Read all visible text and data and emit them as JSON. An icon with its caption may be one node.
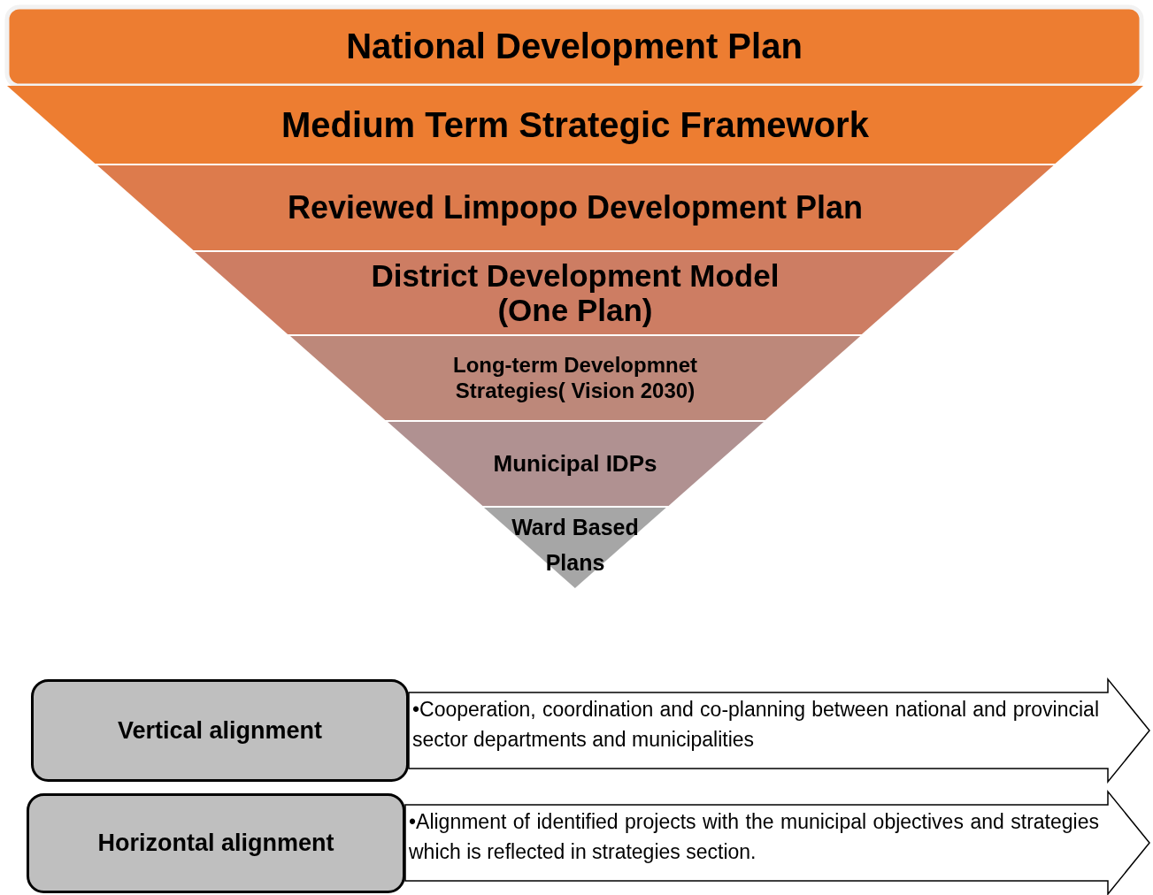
{
  "diagram": {
    "nodes": [
      {
        "text": [
          "National Development Plan"
        ]
      },
      {
        "text": [
          "Medium Term Strategic Framework"
        ]
      },
      {
        "text": [
          "Reviewed Limpopo Development Plan"
        ]
      },
      {
        "text": [
          "District Development Model (One Plan)"
        ]
      },
      {
        "text": [
          "Long-term Developmnet Strategies( Vision 2030)"
        ]
      },
      {
        "text": [
          "Municipal IDPs"
        ]
      },
      {
        "text": [
          "Ward Based Plans"
        ]
      },
      {
        "text": [
          "Vertical alignment"
        ]
      },
      {
        "text": [
          "•Cooperation, coordination and co-planning between national and provincial sector departments and municipalities"
        ]
      },
      {
        "text": [
          "Horizontal alignment"
        ]
      },
      {
        "text": [
          "•Alignment of identified projects with the municipal objectives and strategies which is reflected in strategies section."
        ]
      }
    ],
    "edges": []
  }
}
